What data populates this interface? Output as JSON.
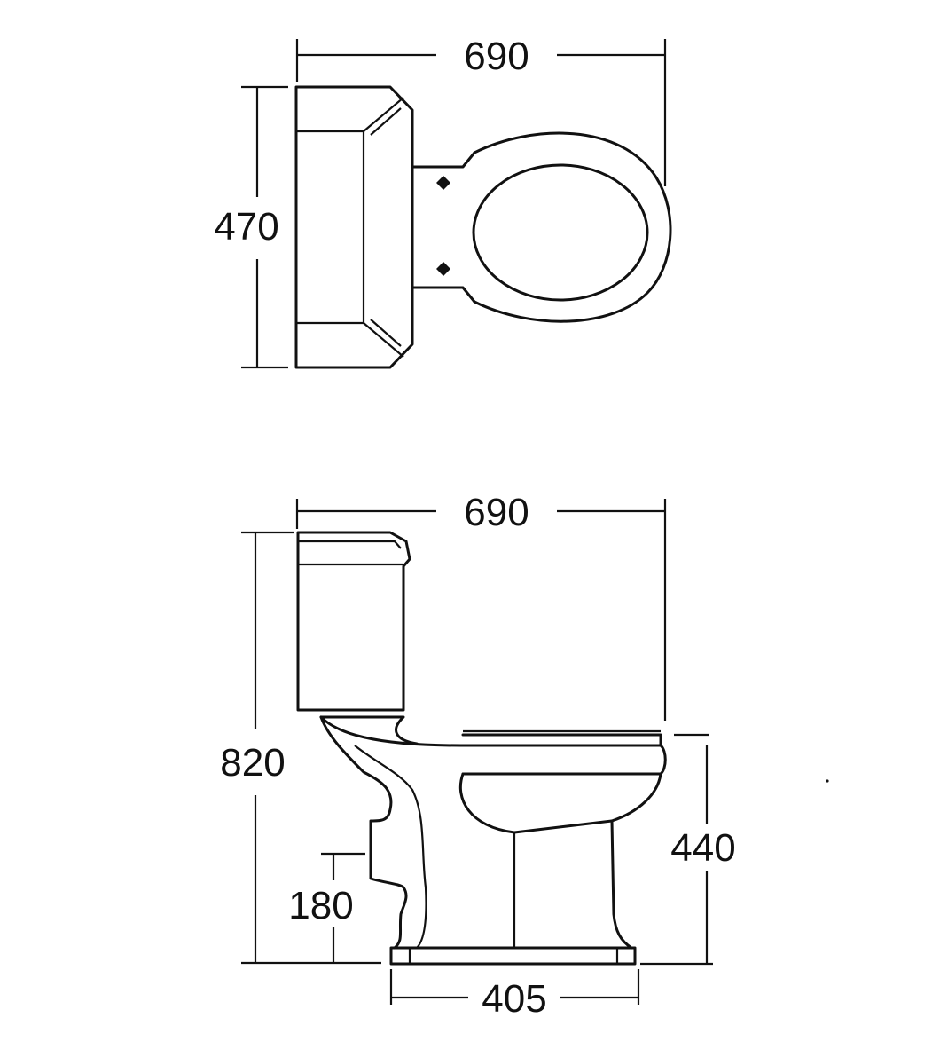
{
  "top_view": {
    "width_label": "690",
    "depth_label": "470"
  },
  "side_view": {
    "width_label": "690",
    "height_label": "820",
    "seat_height_label": "440",
    "outlet_height_label": "180",
    "base_width_label": "405"
  },
  "colors": {
    "line": "#111111",
    "background": "#ffffff"
  }
}
